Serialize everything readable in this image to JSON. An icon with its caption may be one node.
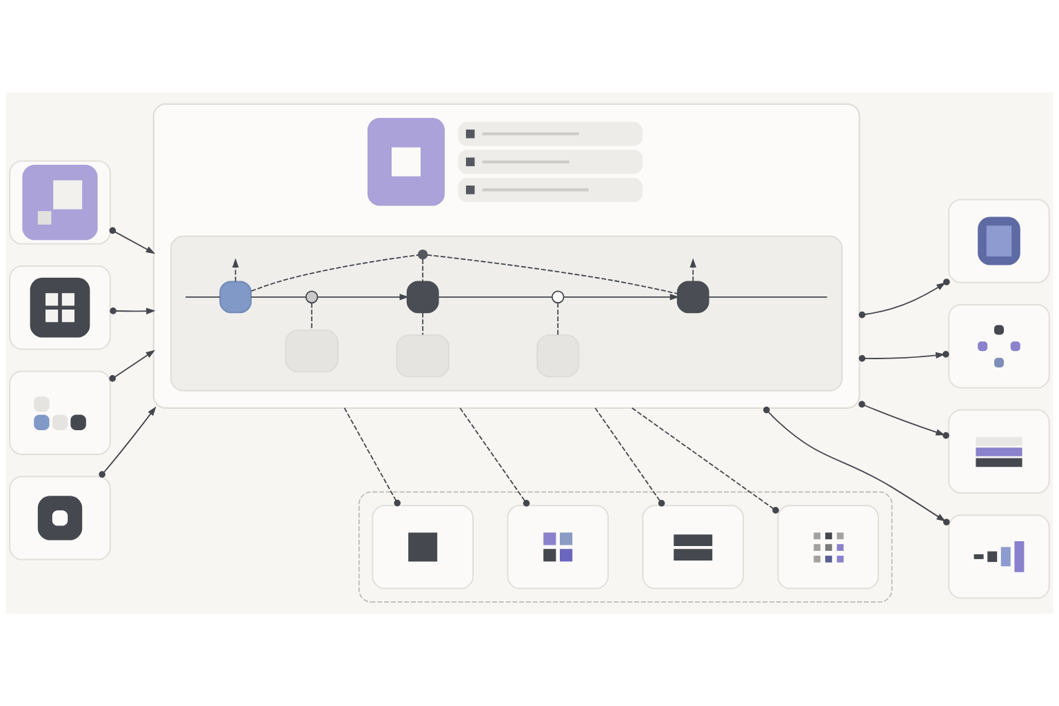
{
  "diagram": {
    "nodes": [
      {
        "text": [],
        "shape": "picture"
      },
      {
        "text": [],
        "shape": "picture"
      },
      {
        "text": [],
        "shape": "picture"
      },
      {
        "text": [],
        "shape": "picture"
      },
      {
        "text": [],
        "shape": "box"
      },
      {
        "text": [],
        "shape": "box",
        "in": 4
      },
      {
        "text": [],
        "shape": "box",
        "in": 5
      },
      {
        "text": [],
        "shape": "circle",
        "in": 5
      },
      {
        "text": [],
        "shape": "box",
        "in": 5
      },
      {
        "text": [],
        "shape": "circle",
        "in": 5
      },
      {
        "text": [],
        "shape": "box",
        "in": 5
      },
      {
        "text": [],
        "shape": "circle",
        "in": 5
      },
      {
        "text": [],
        "shape": "box",
        "in": 5
      },
      {
        "text": [],
        "shape": "box",
        "in": 5
      },
      {
        "text": [],
        "shape": "box",
        "in": 5
      },
      {
        "text": [],
        "shape": "picture"
      },
      {
        "text": [],
        "shape": "picture"
      },
      {
        "text": [],
        "shape": "picture"
      },
      {
        "text": [],
        "shape": "picture"
      },
      {
        "text": [],
        "shape": "box"
      },
      {
        "text": [],
        "shape": "picture",
        "in": 19
      },
      {
        "text": [],
        "shape": "picture",
        "in": 19
      },
      {
        "text": [],
        "shape": "picture",
        "in": 19
      },
      {
        "text": [],
        "shape": "picture",
        "in": 19
      }
    ],
    "edges": [
      {
        "from": 0,
        "to": 4,
        "arrow": "to"
      },
      {
        "from": 1,
        "to": 4,
        "arrow": "to"
      },
      {
        "from": 2,
        "to": 4,
        "arrow": "to"
      },
      {
        "from": 3,
        "to": 4,
        "arrow": "to"
      },
      {
        "from": 4,
        "to": 15,
        "arrow": "to"
      },
      {
        "from": 4,
        "to": 16,
        "arrow": "to"
      },
      {
        "from": 4,
        "to": 17,
        "arrow": "to"
      },
      {
        "from": 4,
        "to": 18,
        "arrow": "to"
      },
      {
        "from": null,
        "to": 6,
        "arrow": "none"
      },
      {
        "from": 6,
        "to": 7,
        "arrow": "none"
      },
      {
        "from": 7,
        "to": 8,
        "arrow": "to"
      },
      {
        "from": 8,
        "to": 9,
        "arrow": "none"
      },
      {
        "from": 9,
        "to": 10,
        "arrow": "to"
      },
      {
        "from": 10,
        "to": null,
        "arrow": "none"
      },
      {
        "from": 6,
        "to": 11,
        "arrow": "none",
        "style": "dashed"
      },
      {
        "from": 11,
        "to": 8,
        "arrow": "none",
        "style": "dashed"
      },
      {
        "from": 11,
        "to": 10,
        "arrow": "none",
        "style": "dashed"
      },
      {
        "from": 7,
        "to": 12,
        "arrow": "none",
        "style": "dashed"
      },
      {
        "from": 8,
        "to": 13,
        "arrow": "none",
        "style": "dashed"
      },
      {
        "from": 9,
        "to": 14,
        "arrow": "none",
        "style": "dashed"
      },
      {
        "from": 6,
        "to": null,
        "arrow": "to",
        "style": "dashed"
      },
      {
        "from": 10,
        "to": null,
        "arrow": "to",
        "style": "dashed"
      },
      {
        "from": 4,
        "to": 20,
        "arrow": "other",
        "style": "dashed"
      },
      {
        "from": 4,
        "to": 21,
        "arrow": "other",
        "style": "dashed"
      },
      {
        "from": 4,
        "to": 22,
        "arrow": "other",
        "style": "dashed"
      },
      {
        "from": 4,
        "to": 23,
        "arrow": "other",
        "style": "dashed"
      }
    ]
  }
}
